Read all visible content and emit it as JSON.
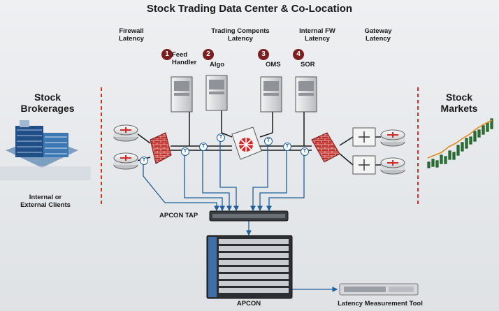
{
  "title": "Stock Trading Data Center & Co-Location",
  "headers": {
    "firewall": [
      "Firewall",
      "Latency"
    ],
    "trading": [
      "Trading Compents",
      "Latency"
    ],
    "internal_fw": [
      "Internal FW",
      "Latency"
    ],
    "gateway": [
      "Gateway",
      "Latency"
    ]
  },
  "components": [
    {
      "number": "1",
      "label": [
        "Feed",
        "Handler"
      ]
    },
    {
      "number": "2",
      "label": [
        "Algo"
      ]
    },
    {
      "number": "3",
      "label": [
        "OMS"
      ]
    },
    {
      "number": "4",
      "label": [
        "SOR"
      ]
    }
  ],
  "left": {
    "title": [
      "Stock",
      "Brokerages"
    ],
    "caption": [
      "Internal or",
      "External Clients"
    ]
  },
  "right": {
    "title": [
      "Stock",
      "Markets"
    ]
  },
  "tap_label": "T",
  "apcon_tap_label": "APCON TAP",
  "apcon_label": "APCON",
  "latency_tool_label": "Latency Measurement Tool",
  "colors": {
    "wire": "#1f5f9a",
    "firewall": "#c0302b",
    "divider": "#d42b2b",
    "number_badge": "#7a1f1f",
    "router": "#d32a2a"
  }
}
